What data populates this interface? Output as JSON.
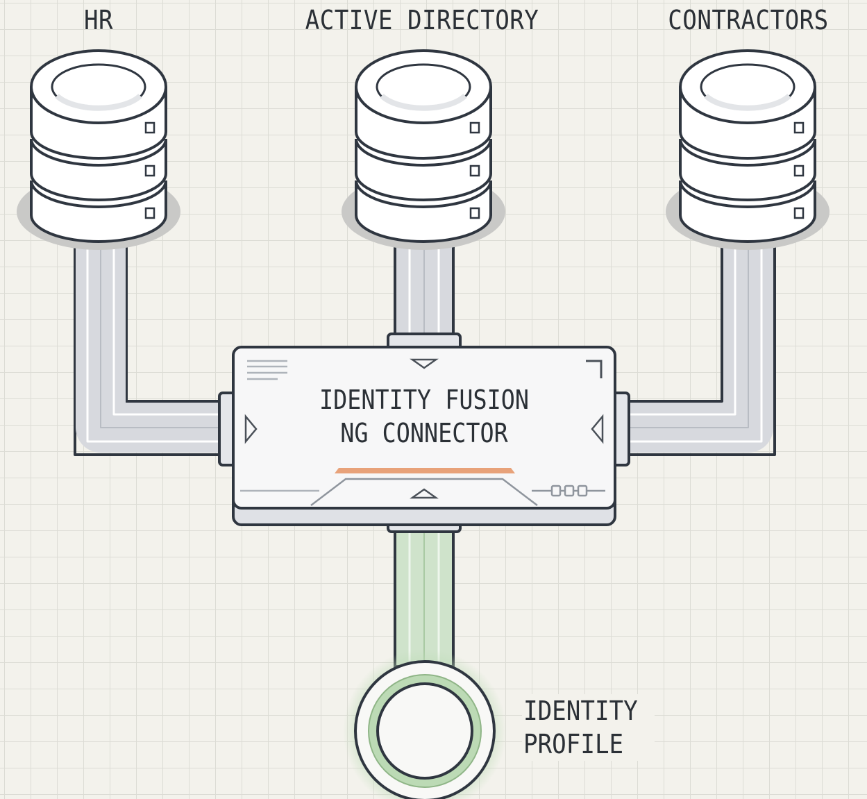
{
  "sources": [
    {
      "id": "hr",
      "label": "HR"
    },
    {
      "id": "active-directory",
      "label": "ACTIVE DIRECTORY"
    },
    {
      "id": "contractors",
      "label": "CONTRACTORS"
    }
  ],
  "connector": {
    "title_line1": "IDENTITY FUSION",
    "title_line2": "NG CONNECTOR"
  },
  "output": {
    "label_line1": "IDENTITY",
    "label_line2": "PROFILE"
  },
  "colors": {
    "background": "#f3f2ec",
    "grid": "#dcdcd5",
    "outline": "#2f3640",
    "cable": "#d7d9de",
    "output_cable": "#cfe3cb",
    "accent_bar": "#e8a27a",
    "output_glow": "#bfdcb8"
  }
}
